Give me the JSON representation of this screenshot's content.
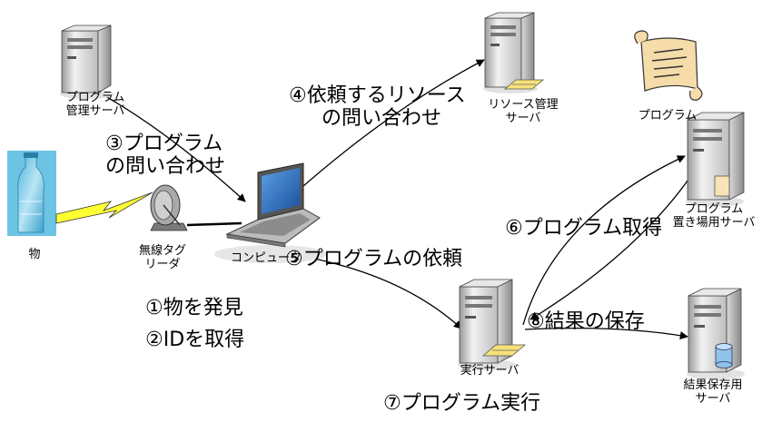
{
  "nodes": {
    "program_mgmt_server": [
      "プログラム",
      "管理サーバ"
    ],
    "resource_mgmt_server": [
      "リソース管理",
      "サーバ"
    ],
    "program_doc": "プログラム",
    "program_storage_server": [
      "プログラム",
      "置き場用サーバ"
    ],
    "object": "物",
    "wireless_reader": [
      "無線タグ",
      "リーダ"
    ],
    "computer": "コンピュータ",
    "execution_server": "実行サーバ",
    "result_server": [
      "結果保存用",
      "サーバ"
    ]
  },
  "steps": {
    "s1": "①物を発見",
    "s2": "②IDを取得",
    "s3": [
      "③プログラム",
      "の問い合わせ"
    ],
    "s4": [
      "④依頼するリソース",
      "の問い合わせ"
    ],
    "s5": "⑤プログラムの依頼",
    "s6": "⑥プログラム取得",
    "s7": "⑦プログラム実行",
    "s8": "⑧結果の保存"
  }
}
